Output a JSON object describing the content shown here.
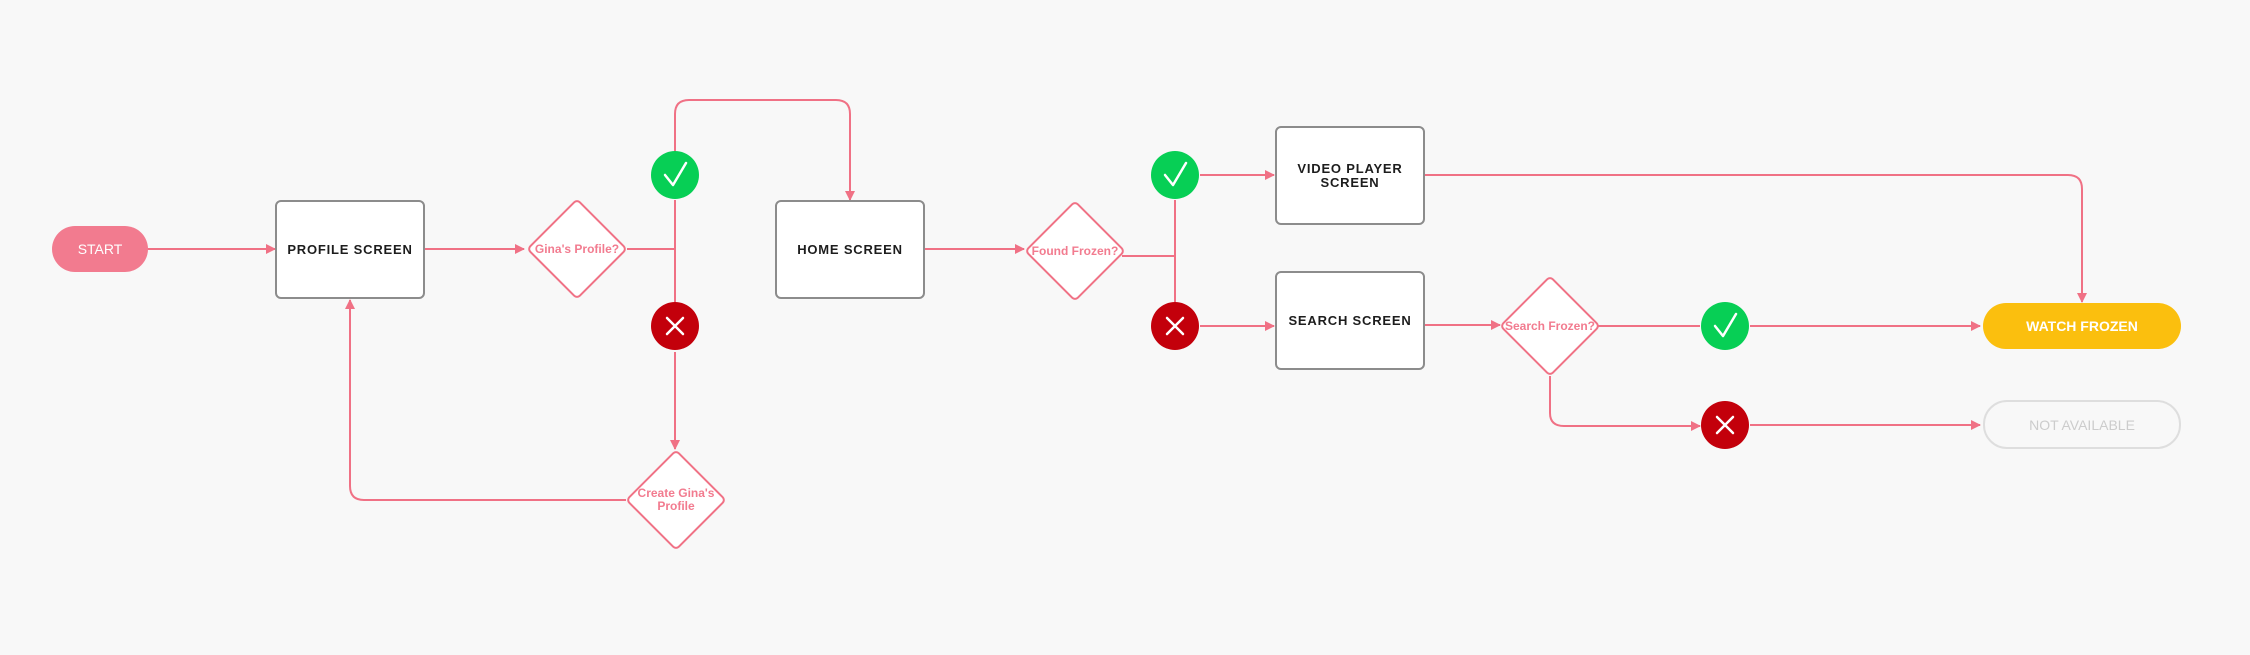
{
  "colors": {
    "connector": "#f07185",
    "yes": "#07cf55",
    "no": "#c3000b",
    "start": "#f27b8f",
    "goal": "#fbbf0e",
    "box_border": "#8c8c8c",
    "muted": "#cccccc"
  },
  "nodes": {
    "start": "START",
    "profile_screen": "PROFILE SCREEN",
    "ginas_profile": "Gina's Profile?",
    "create_profile": "Create Gina's Profile",
    "home_screen": "HOME SCREEN",
    "found_frozen": "Found Frozen?",
    "video_player": "VIDEO PLAYER SCREEN",
    "search_screen": "SEARCH SCREEN",
    "search_frozen": "Search Frozen?",
    "watch_frozen": "WATCH FROZEN",
    "not_available": "NOT AVAILABLE"
  },
  "icons": {
    "yes": "check-icon",
    "no": "cross-icon"
  }
}
